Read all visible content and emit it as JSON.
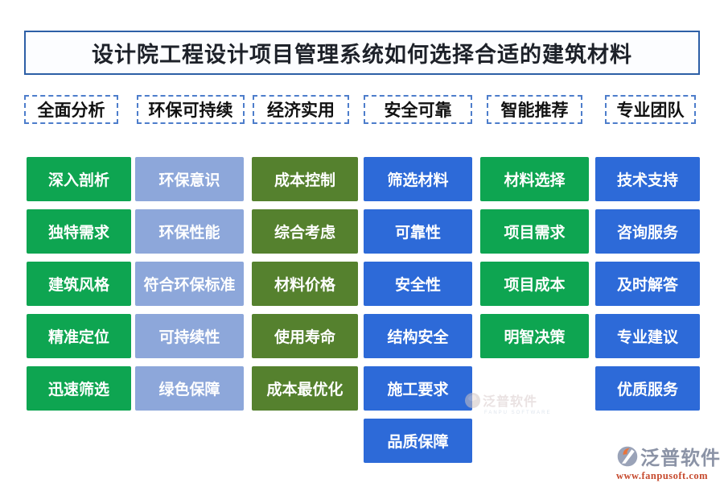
{
  "title": "设计院工程设计项目管理系统如何选择合适的建筑材料",
  "headers": [
    "全面分析",
    "环保可持续",
    "经济实用",
    "安全可靠",
    "智能推荐",
    "专业团队"
  ],
  "columns": [
    {
      "id": "deep-analysis",
      "color": "#0ea551",
      "items": [
        "深入剖析",
        "独特需求",
        "建筑风格",
        "精准定位",
        "迅速筛选"
      ]
    },
    {
      "id": "eco-friendly",
      "color": "#8da7da",
      "items": [
        "环保意识",
        "环保性能",
        "符合环保标准",
        "可持续性",
        "绿色保障"
      ]
    },
    {
      "id": "cost-control",
      "color": "#55812e",
      "items": [
        "成本控制",
        "综合考虑",
        "材料价格",
        "使用寿命",
        "成本最优化"
      ]
    },
    {
      "id": "safety-quality",
      "color": "#2d6ad8",
      "items": [
        "筛选材料",
        "可靠性",
        "安全性",
        "结构安全",
        "施工要求",
        "品质保障"
      ]
    },
    {
      "id": "material-selection",
      "color": "#0ea551",
      "items": [
        "材料选择",
        "项目需求",
        "项目成本",
        "明智决策"
      ]
    },
    {
      "id": "service-support",
      "color": "#2d6ad8",
      "items": [
        "技术支持",
        "咨询服务",
        "及时解答",
        "专业建议",
        "优质服务"
      ]
    }
  ],
  "watermark": {
    "brand": "泛普软件",
    "subtext": "FANPU SOFTWARE"
  },
  "footer": {
    "brand": "泛普软件",
    "url": "www.fanpusoft.com"
  },
  "colors": {
    "title_border": "#2d5fa6",
    "tag_dashed_border": "#4d7dcb",
    "bright_green": "#0ea551",
    "light_blue": "#8da7da",
    "olive_green": "#55812e",
    "royal_blue": "#2d6ad8",
    "brand_gray": "#8b93a6",
    "brand_orange": "#e8743c",
    "url_red": "#c64a2e"
  }
}
